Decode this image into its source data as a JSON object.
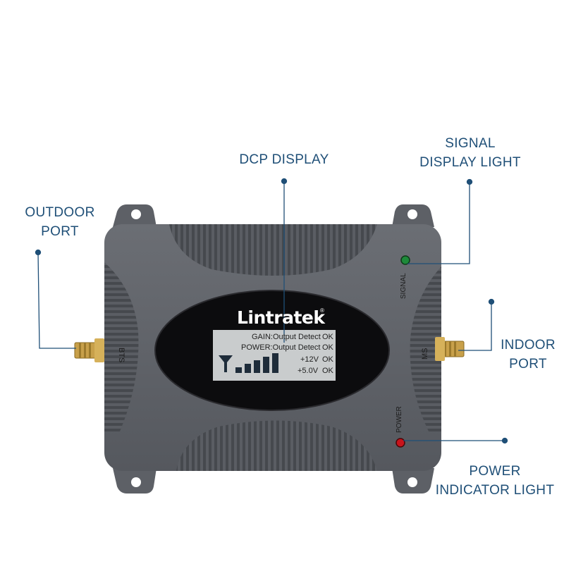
{
  "callouts": {
    "outdoor_port": [
      "OUTDOOR",
      "PORT"
    ],
    "dcp_display": [
      "DCP DISPLAY"
    ],
    "signal_light": [
      "SIGNAL",
      "DISPLAY LIGHT"
    ],
    "indoor_port": [
      "INDOOR",
      "PORT"
    ],
    "power_light": [
      "POWER",
      "INDICATOR LIGHT"
    ]
  },
  "device": {
    "brand": "Lintratek",
    "registered_mark": "®",
    "port_left_label": "BTS",
    "port_right_label": "MS",
    "signal_label": "SIGNAL",
    "power_label": "POWER",
    "body_color": "#5d6066",
    "signal_led_color": "#1e8a3a",
    "power_led_color": "#c8141c",
    "callout_color": "#1f4f77"
  },
  "lcd": {
    "line1_label": "GAIN:Output Detect",
    "line1_status": "OK",
    "line2_label": "POWER:Output Detect",
    "line2_status": "OK",
    "line3_label": "+12V",
    "line3_status": "OK",
    "line4_label": "+5.0V",
    "line4_status": "OK",
    "signal_bars_lit": 5,
    "signal_bars_total": 5,
    "antenna_icon": "antenna-icon"
  }
}
